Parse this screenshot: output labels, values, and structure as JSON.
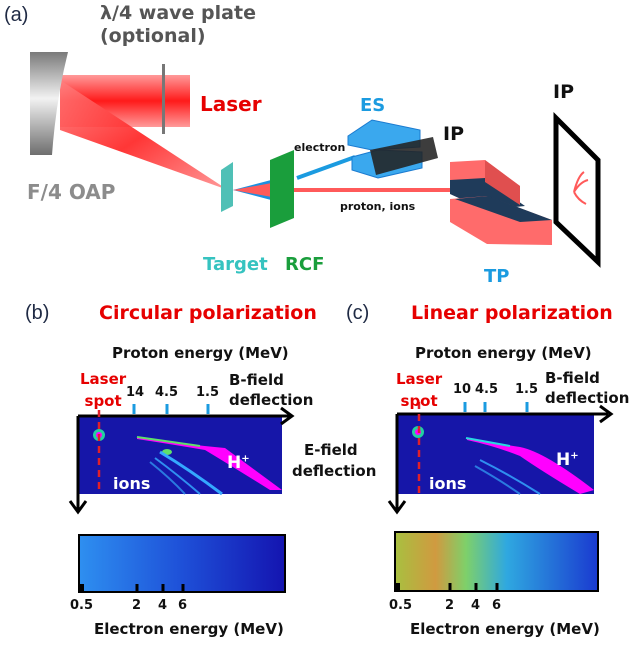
{
  "panel_a": {
    "label": "(a)",
    "waveplate_line1": "λ/4 wave plate",
    "waveplate_line2": "(optional)",
    "laser": "Laser",
    "oap": "F/4 OAP",
    "target": "Target",
    "rcf": "RCF",
    "electron": "electron",
    "proton_ions": "proton, ions",
    "es": "ES",
    "ip_small": "IP",
    "ip_large": "IP",
    "tp": "TP"
  },
  "panel_b": {
    "label": "(b)",
    "title": "Circular polarization",
    "proton_axis": "Proton energy (MeV)",
    "laser_spot_1": "Laser",
    "laser_spot_2": "spot",
    "ticks": [
      "14",
      "4.5",
      "1.5"
    ],
    "bfield_1": "B-field",
    "bfield_2": "deflection",
    "h_plus": "H",
    "h_sup": "+",
    "ions": "ions",
    "electron_ticks": [
      "0.5",
      "2",
      "4",
      "6"
    ],
    "electron_axis": "Electron energy (MeV)"
  },
  "efield": {
    "line1": "E-field",
    "line2": "deflection"
  },
  "panel_c": {
    "label": "(c)",
    "title": "Linear polarization",
    "proton_axis": "Proton energy (MeV)",
    "laser_spot_1": "Laser",
    "laser_spot_2": "spot",
    "ticks": [
      "10",
      "4.5",
      "1.5"
    ],
    "bfield_1": "B-field",
    "bfield_2": "deflection",
    "h_plus": "H",
    "h_sup": "+",
    "ions": "ions",
    "electron_ticks": [
      "0.5",
      "2",
      "4",
      "6"
    ],
    "electron_axis": "Electron energy (MeV)"
  },
  "colors": {
    "laser_red": "#e60000",
    "beam_red": "#ff2a2a",
    "electron_blue": "#1b9be0",
    "rcf_green": "#1a9e3c",
    "target_cyan": "#4fc0b6",
    "detector_bg": "#1a1aa8",
    "magenta": "#ff00ff"
  }
}
